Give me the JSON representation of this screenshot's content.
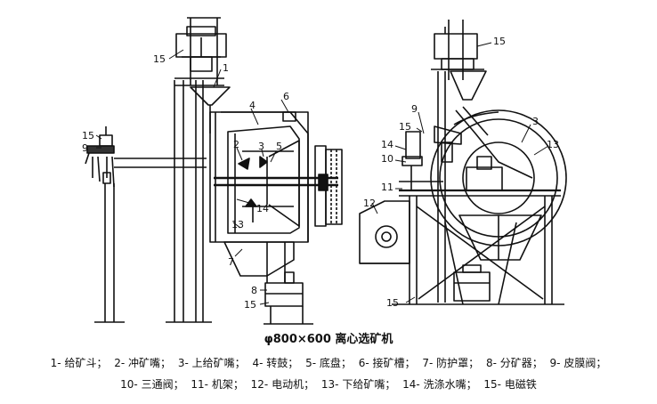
{
  "caption": "φ800×600 离心选矿机",
  "legend": {
    "row1": [
      "1- 给矿斗；",
      "2- 冲矿嘴；",
      "3- 上给矿嘴；",
      "4- 转鼓；",
      "5- 底盘；",
      "6- 接矿槽；",
      "7- 防护罩；",
      "8- 分矿器；",
      "9- 皮膜阀；"
    ],
    "row2": [
      "10- 三通阀；",
      "11- 机架；",
      "12- 电动机；",
      "13- 下给矿嘴；",
      "14- 洗涤水嘴；",
      "15- 电磁铁"
    ]
  },
  "callouts": {
    "front": [
      "15",
      "1",
      "6",
      "4",
      "2",
      "3",
      "5",
      "14",
      "13",
      "7",
      "8",
      "15"
    ],
    "left_valve": [
      "15",
      "9"
    ],
    "side": [
      "15",
      "9",
      "3",
      "13",
      "15",
      "14",
      "10",
      "11",
      "12",
      "15"
    ]
  }
}
